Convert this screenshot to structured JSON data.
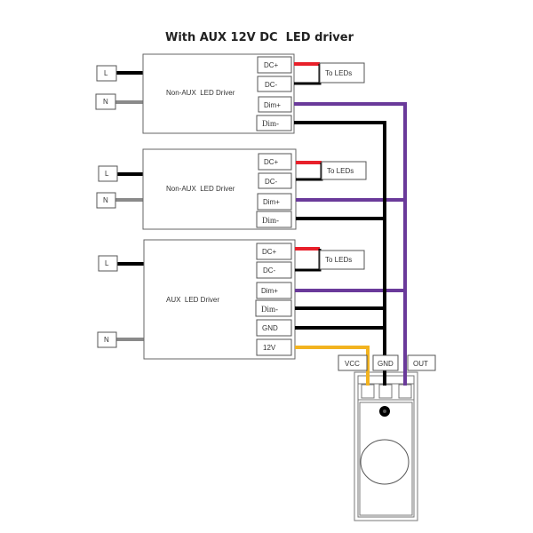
{
  "title": "With AUX 12V DC  LED driver",
  "colors": {
    "live": "#000000",
    "neutral": "#8a8a8a",
    "dc_plus": "#e8202a",
    "dc_minus": "#000000",
    "dim_plus": "#6a3a9a",
    "dim_minus": "#000000",
    "vcc_12v": "#f2b320"
  },
  "drivers": [
    {
      "name": "Non-AUX  LED Driver",
      "inputs": {
        "live": "L",
        "neutral": "N"
      },
      "terminals": [
        "DC+",
        "DC-",
        "Dim+",
        "Dim-"
      ],
      "output_label": "To LEDs"
    },
    {
      "name": "Non-AUX  LED Driver",
      "inputs": {
        "live": "L",
        "neutral": "N"
      },
      "terminals": [
        "DC+",
        "DC-",
        "Dim+",
        "Dim-"
      ],
      "output_label": "To LEDs"
    },
    {
      "name": "AUX  LED Driver",
      "inputs": {
        "live": "L",
        "neutral": "N"
      },
      "terminals": [
        "DC+",
        "DC-",
        "Dim+",
        "Dim-",
        "GND",
        "12V"
      ],
      "output_label": "To LEDs"
    }
  ],
  "dimmer": {
    "terminals": [
      "VCC",
      "GND",
      "OUT"
    ]
  }
}
